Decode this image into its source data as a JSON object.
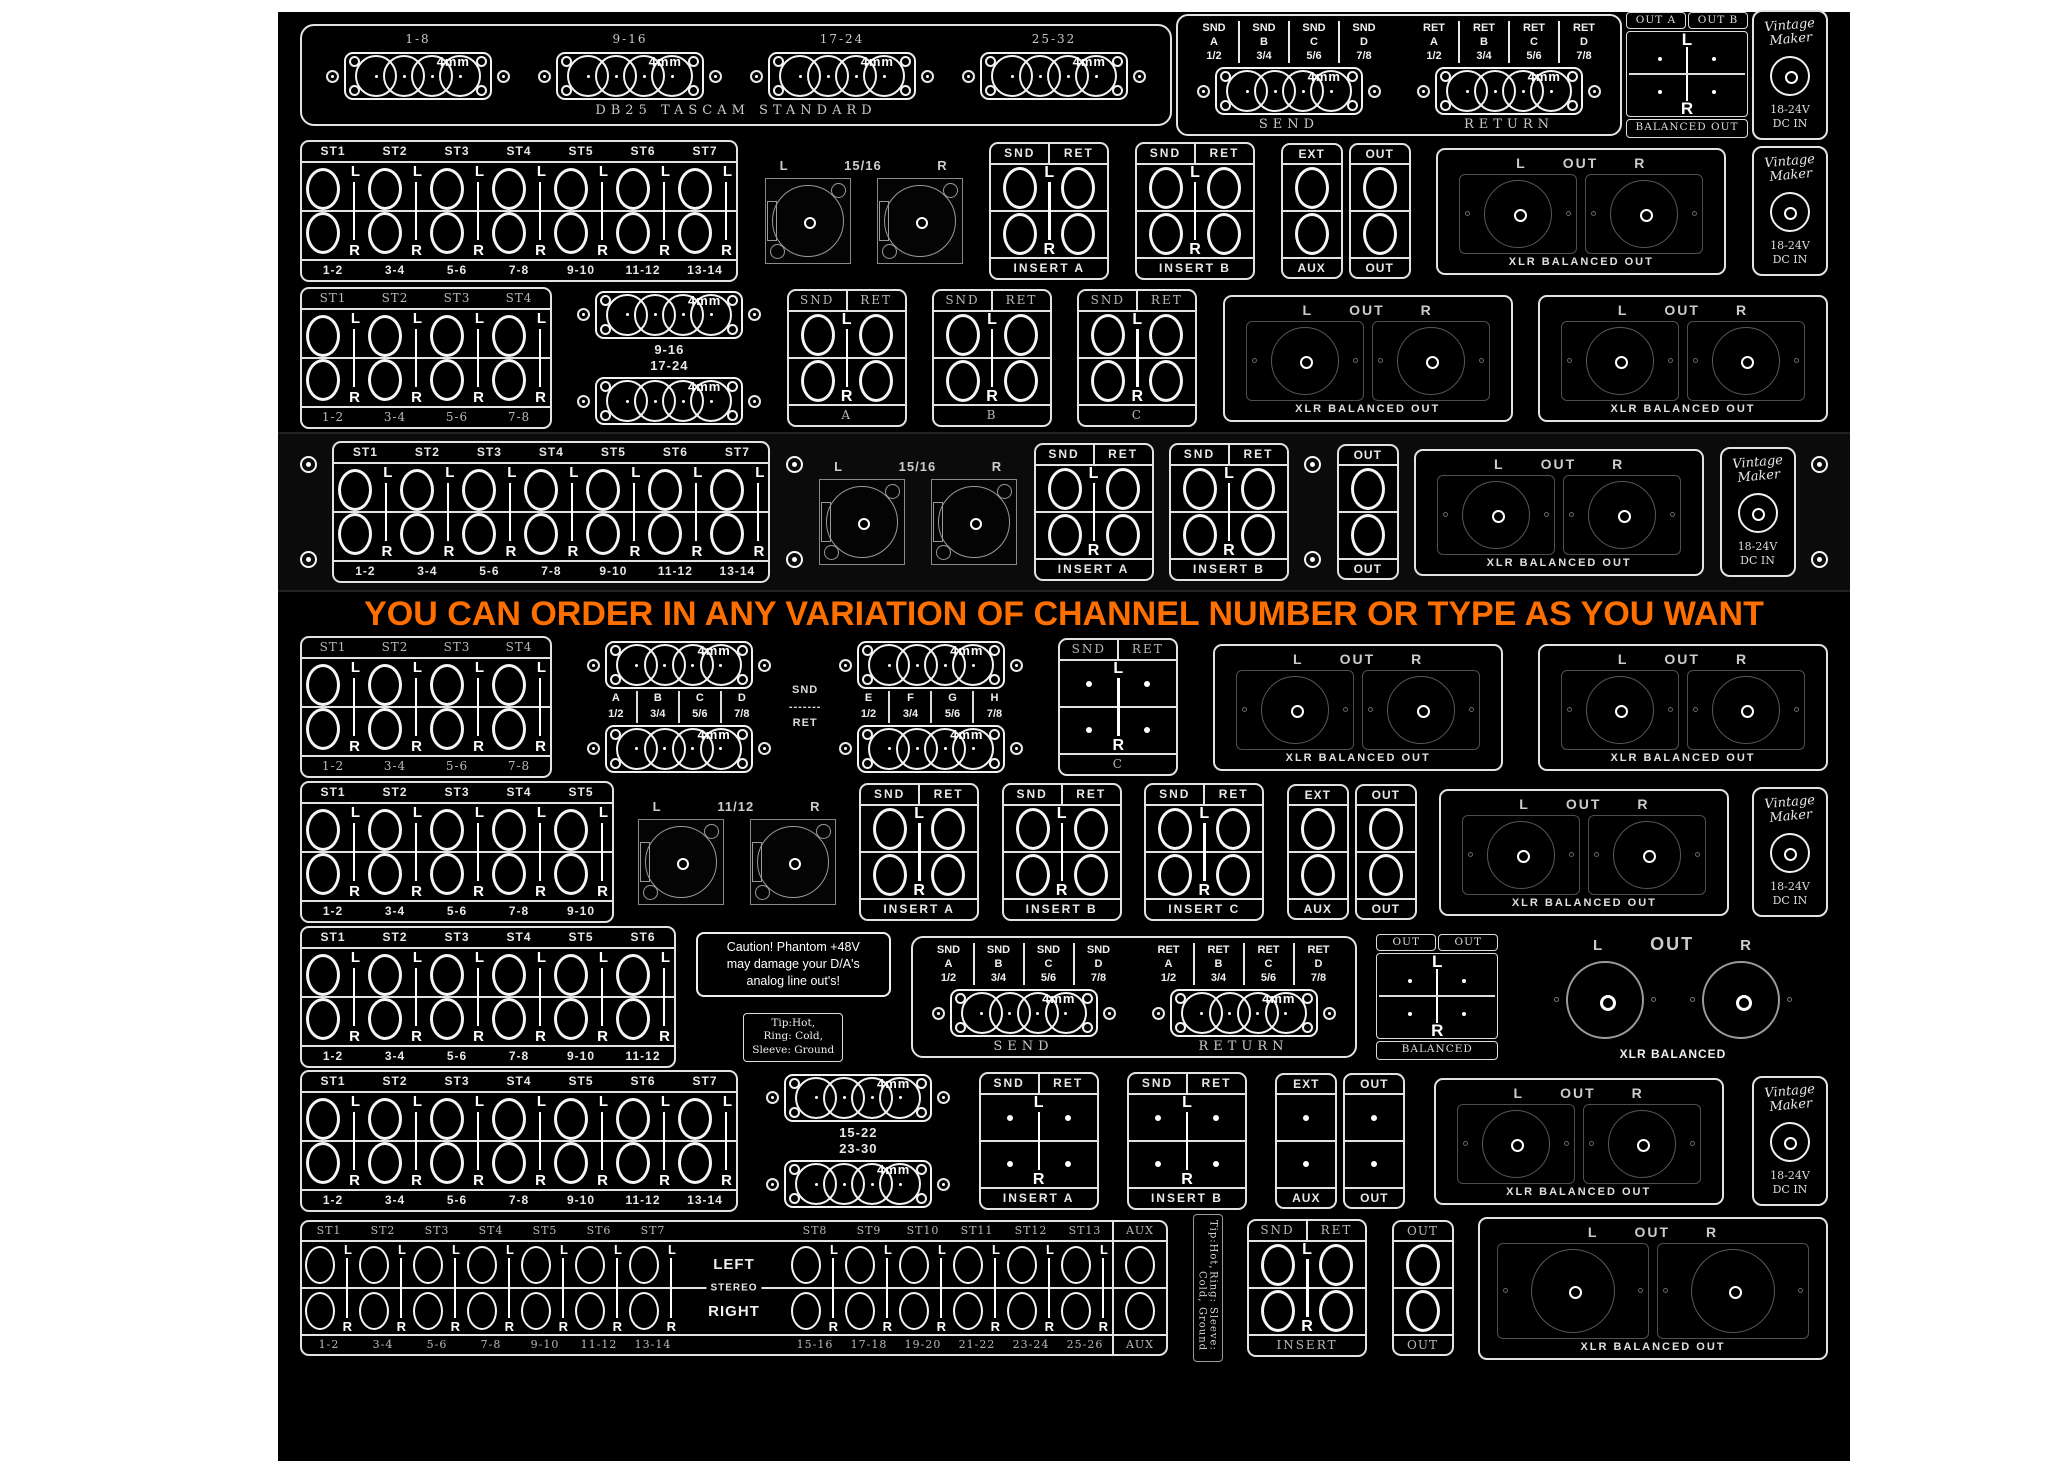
{
  "page": {
    "background": "#ffffff",
    "canvas": "#000000",
    "accent": "#ff6f00",
    "line": "#e3e3e3"
  },
  "banner": {
    "text": "YOU CAN ORDER IN ANY VARIATION OF CHANNEL NUMBER OR TYPE AS YOU WANT"
  },
  "rows": [
    {
      "name": "row-1",
      "cls": "r1",
      "panels": [
        {
          "type": "db25_row_panel",
          "groups": [
            {
              "label": "1-8",
              "conn": "4mm"
            },
            {
              "label": "9-16",
              "conn": "4mm"
            },
            {
              "label": "17-24",
              "conn": "4mm"
            },
            {
              "label": "25-32",
              "conn": "4mm"
            }
          ],
          "caption": "DB25 TASCAM STANDARD"
        },
        {
          "type": "send_return",
          "halves": [
            {
              "cols": [
                [
                  "SND",
                  "A",
                  "1/2"
                ],
                [
                  "SND",
                  "B",
                  "3/4"
                ],
                [
                  "SND",
                  "C",
                  "5/6"
                ],
                [
                  "SND",
                  "D",
                  "7/8"
                ]
              ],
              "conn": "4mm",
              "caption": "SEND"
            },
            {
              "cols": [
                [
                  "RET",
                  "A",
                  "1/2"
                ],
                [
                  "RET",
                  "B",
                  "3/4"
                ],
                [
                  "RET",
                  "C",
                  "5/6"
                ],
                [
                  "RET",
                  "D",
                  "7/8"
                ]
              ],
              "conn": "4mm",
              "caption": "RETURN"
            }
          ]
        },
        {
          "type": "balanced_grid",
          "headers": [
            "OUT A",
            "OUT B"
          ],
          "left": "L",
          "right": "R",
          "footer": "BALANCED OUT"
        },
        {
          "type": "psu",
          "brand": [
            "Vintage",
            "Maker"
          ],
          "volts": "18-24V",
          "dc": "DC IN"
        }
      ]
    },
    {
      "name": "row-2",
      "cls": "r2",
      "panels": [
        {
          "type": "st_panel",
          "headers": [
            "ST1",
            "ST2",
            "ST3",
            "ST4",
            "ST5",
            "ST6",
            "ST7"
          ],
          "footers": [
            "1-2",
            "3-4",
            "5-6",
            "7-8",
            "9-10",
            "11-12",
            "13-14"
          ],
          "l": "L",
          "r": "R"
        },
        {
          "type": "xlr_pair",
          "labels": [
            "L",
            "15/16",
            "R"
          ]
        },
        {
          "type": "insert_panel",
          "header": [
            "SND",
            "RET"
          ],
          "footer": "INSERT A",
          "style": "circles",
          "l": "L",
          "r": "R"
        },
        {
          "type": "insert_panel",
          "header": [
            "SND",
            "RET"
          ],
          "footer": "INSERT B",
          "style": "circles",
          "l": "L",
          "r": "R"
        },
        {
          "type": "col_pair",
          "cols": [
            {
              "top": "EXT",
              "bottom": "AUX"
            },
            {
              "top": "OUT",
              "bottom": "OUT"
            }
          ],
          "style": "circles"
        },
        {
          "type": "xlr_out",
          "header": [
            "L",
            "OUT",
            "R"
          ],
          "caption": "XLR BALANCED OUT"
        },
        {
          "type": "psu",
          "brand": [
            "Vintage",
            "Maker"
          ],
          "volts": "18-24V",
          "dc": "DC IN"
        }
      ]
    },
    {
      "name": "row-3",
      "cls": "r3",
      "panels": [
        {
          "type": "st_panel",
          "serif": true,
          "headers": [
            "ST1",
            "ST2",
            "ST3",
            "ST4"
          ],
          "footers": [
            "1-2",
            "3-4",
            "5-6",
            "7-8"
          ],
          "l": "L",
          "r": "R"
        },
        {
          "type": "db25_stack",
          "labels": [
            "9-16",
            "17-24"
          ],
          "conn": "4mm"
        },
        {
          "type": "insert_panel",
          "serif": true,
          "header": [
            "SND",
            "RET"
          ],
          "footer": "A",
          "style": "circles",
          "l": "L",
          "r": "R"
        },
        {
          "type": "insert_panel",
          "serif": true,
          "header": [
            "SND",
            "RET"
          ],
          "footer": "B",
          "style": "circles",
          "l": "L",
          "r": "R"
        },
        {
          "type": "insert_panel",
          "serif": true,
          "header": [
            "SND",
            "RET"
          ],
          "footer": "C",
          "style": "circles",
          "l": "L",
          "r": "R"
        },
        {
          "type": "xlr_out",
          "header": [
            "L",
            "OUT",
            "R"
          ],
          "caption": "XLR BALANCED OUT"
        },
        {
          "type": "xlr_out",
          "header": [
            "L",
            "OUT",
            "R"
          ],
          "caption": "XLR BALANCED OUT"
        }
      ]
    },
    {
      "name": "row-4",
      "cls": "r4 strip",
      "panels": [
        {
          "type": "screw_col"
        },
        {
          "type": "st_panel",
          "headers": [
            "ST1",
            "ST2",
            "ST3",
            "ST4",
            "ST5",
            "ST6",
            "ST7"
          ],
          "footers": [
            "1-2",
            "3-4",
            "5-6",
            "7-8",
            "9-10",
            "11-12",
            "13-14"
          ],
          "l": "L",
          "r": "R"
        },
        {
          "type": "screw_col"
        },
        {
          "type": "xlr_pair",
          "labels": [
            "L",
            "15/16",
            "R"
          ]
        },
        {
          "type": "insert_panel",
          "header": [
            "SND",
            "RET"
          ],
          "footer": "INSERT A",
          "style": "circles",
          "l": "L",
          "r": "R"
        },
        {
          "type": "insert_panel",
          "header": [
            "SND",
            "RET"
          ],
          "footer": "INSERT B",
          "style": "circles",
          "l": "L",
          "r": "R"
        },
        {
          "type": "screw_col"
        },
        {
          "type": "col_single",
          "top": "OUT",
          "bottom": "OUT",
          "style": "circles"
        },
        {
          "type": "xlr_out",
          "header": [
            "L",
            "OUT",
            "R"
          ],
          "caption": "XLR BALANCED OUT"
        },
        {
          "type": "psu",
          "brand": [
            "Vintage",
            "Maker"
          ],
          "volts": "18-24V",
          "dc": "DC IN"
        },
        {
          "type": "screw_col"
        }
      ]
    },
    {
      "name": "row-banner",
      "cls": "rbanner",
      "panels": [
        {
          "type": "banner_text"
        }
      ]
    },
    {
      "name": "row-5",
      "cls": "r5",
      "panels": [
        {
          "type": "st_panel",
          "serif": true,
          "headers": [
            "ST1",
            "ST2",
            "ST3",
            "ST4"
          ],
          "footers": [
            "1-2",
            "3-4",
            "5-6",
            "7-8"
          ],
          "l": "L",
          "r": "R"
        },
        {
          "type": "db25_quad",
          "left_cols": [
            [
              "A",
              "1/2"
            ],
            [
              "B",
              "3/4"
            ],
            [
              "C",
              "5/6"
            ],
            [
              "D",
              "7/8"
            ]
          ],
          "mid": [
            "SND",
            "-------",
            "RET"
          ],
          "right_cols": [
            [
              "E",
              "1/2"
            ],
            [
              "F",
              "3/4"
            ],
            [
              "G",
              "5/6"
            ],
            [
              "H",
              "7/8"
            ]
          ],
          "conn": "4mm"
        },
        {
          "type": "insert_panel",
          "serif": true,
          "header": [
            "SND",
            "RET"
          ],
          "footer": "C",
          "style": "dots",
          "l": "L",
          "r": "R"
        },
        {
          "type": "xlr_out",
          "header": [
            "L",
            "OUT",
            "R"
          ],
          "caption": "XLR BALANCED OUT"
        },
        {
          "type": "xlr_out",
          "header": [
            "L",
            "OUT",
            "R"
          ],
          "caption": "XLR BALANCED OUT"
        }
      ]
    },
    {
      "name": "row-6",
      "cls": "r6",
      "panels": [
        {
          "type": "st_panel",
          "headers": [
            "ST1",
            "ST2",
            "ST3",
            "ST4",
            "ST5"
          ],
          "footers": [
            "1-2",
            "3-4",
            "5-6",
            "7-8",
            "9-10"
          ],
          "l": "L",
          "r": "R"
        },
        {
          "type": "xlr_pair",
          "labels": [
            "L",
            "11/12",
            "R"
          ]
        },
        {
          "type": "insert_panel",
          "header": [
            "SND",
            "RET"
          ],
          "footer": "INSERT A",
          "style": "circles",
          "l": "L",
          "r": "R"
        },
        {
          "type": "insert_panel",
          "header": [
            "SND",
            "RET"
          ],
          "footer": "INSERT B",
          "style": "circles",
          "l": "L",
          "r": "R"
        },
        {
          "type": "insert_panel",
          "header": [
            "SND",
            "RET"
          ],
          "footer": "INSERT C",
          "style": "circles",
          "l": "L",
          "r": "R"
        },
        {
          "type": "col_pair",
          "cols": [
            {
              "top": "EXT",
              "bottom": "AUX"
            },
            {
              "top": "OUT",
              "bottom": "OUT"
            }
          ],
          "style": "circles"
        },
        {
          "type": "xlr_out",
          "header": [
            "L",
            "OUT",
            "R"
          ],
          "caption": "XLR BALANCED OUT"
        },
        {
          "type": "psu",
          "brand": [
            "Vintage",
            "Maker"
          ],
          "volts": "18-24V",
          "dc": "DC IN"
        }
      ]
    },
    {
      "name": "row-7",
      "cls": "r7",
      "panels": [
        {
          "type": "st_panel",
          "headers": [
            "ST1",
            "ST2",
            "ST3",
            "ST4",
            "ST5",
            "ST6"
          ],
          "footers": [
            "1-2",
            "3-4",
            "5-6",
            "7-8",
            "9-10",
            "11-12"
          ],
          "l": "L",
          "r": "R"
        },
        {
          "type": "caution",
          "main": [
            "Caution! Phantom +48V",
            "may damage your D/A's",
            "analog line out's!"
          ],
          "sub": [
            "Tip:Hot,",
            "Ring: Cold,",
            "Sleeve: Ground"
          ]
        },
        {
          "type": "send_return",
          "halves": [
            {
              "cols": [
                [
                  "SND",
                  "A",
                  "1/2"
                ],
                [
                  "SND",
                  "B",
                  "3/4"
                ],
                [
                  "SND",
                  "C",
                  "5/6"
                ],
                [
                  "SND",
                  "D",
                  "7/8"
                ]
              ],
              "conn": "4mm",
              "caption": "SEND"
            },
            {
              "cols": [
                [
                  "RET",
                  "A",
                  "1/2"
                ],
                [
                  "RET",
                  "B",
                  "3/4"
                ],
                [
                  "RET",
                  "C",
                  "5/6"
                ],
                [
                  "RET",
                  "D",
                  "7/8"
                ]
              ],
              "conn": "4mm",
              "caption": "RETURN"
            }
          ]
        },
        {
          "type": "balanced_grid",
          "headers": [
            "OUT",
            "OUT"
          ],
          "left": "L",
          "right": "R",
          "footer": "BALANCED"
        },
        {
          "type": "xlr_open",
          "header": [
            "L",
            "OUT",
            "R"
          ],
          "caption": "XLR BALANCED"
        }
      ]
    },
    {
      "name": "row-8",
      "cls": "r8",
      "panels": [
        {
          "type": "st_panel",
          "headers": [
            "ST1",
            "ST2",
            "ST3",
            "ST4",
            "ST5",
            "ST6",
            "ST7"
          ],
          "footers": [
            "1-2",
            "3-4",
            "5-6",
            "7-8",
            "9-10",
            "11-12",
            "13-14"
          ],
          "l": "L",
          "r": "R"
        },
        {
          "type": "db25_stack",
          "labels": [
            "15-22",
            "23-30"
          ],
          "conn": "4mm"
        },
        {
          "type": "insert_panel",
          "header": [
            "SND",
            "RET"
          ],
          "footer": "INSERT A",
          "style": "dots",
          "l": "L",
          "r": "R"
        },
        {
          "type": "insert_panel",
          "header": [
            "SND",
            "RET"
          ],
          "footer": "INSERT B",
          "style": "dots",
          "l": "L",
          "r": "R"
        },
        {
          "type": "col_pair",
          "cols": [
            {
              "top": "EXT",
              "bottom": "AUX"
            },
            {
              "top": "OUT",
              "bottom": "OUT"
            }
          ],
          "style": "dots"
        },
        {
          "type": "xlr_out",
          "header": [
            "L",
            "OUT",
            "R"
          ],
          "caption": "XLR BALANCED OUT"
        },
        {
          "type": "psu",
          "brand": [
            "Vintage",
            "Maker"
          ],
          "volts": "18-24V",
          "dc": "DC IN"
        }
      ]
    },
    {
      "name": "row-9",
      "cls": "r9",
      "panels": [
        {
          "type": "stereo_panel",
          "left_headers": [
            "ST1",
            "ST2",
            "ST3",
            "ST4",
            "ST5",
            "ST6",
            "ST7"
          ],
          "right_headers": [
            "ST8",
            "ST9",
            "ST10",
            "ST11",
            "ST12",
            "ST13"
          ],
          "aux_header": "AUX",
          "left_label": "LEFT",
          "mid_label": "STEREO",
          "right_label": "RIGHT",
          "left_footers": [
            "1-2",
            "3-4",
            "5-6",
            "7-8",
            "9-10",
            "11-12",
            "13-14"
          ],
          "right_footers": [
            "15-16",
            "17-18",
            "19-20",
            "21-22",
            "23-24",
            "25-26"
          ],
          "aux_footer": "AUX",
          "l": "L",
          "r": "R"
        },
        {
          "type": "vtext",
          "lines": [
            "Tip:Hot,",
            "Ring: Cold,",
            "Sleeve: Ground"
          ]
        },
        {
          "type": "insert_panel",
          "serif": true,
          "header": [
            "SND",
            "RET"
          ],
          "footer": "INSERT",
          "style": "circles",
          "l": "L",
          "r": "R"
        },
        {
          "type": "col_single",
          "top": "OUT",
          "bottom": "OUT",
          "style": "circles",
          "serif": true
        },
        {
          "type": "xlr_out",
          "large": true,
          "header": [
            "L",
            "OUT",
            "R"
          ],
          "caption": "XLR BALANCED OUT"
        }
      ]
    }
  ]
}
